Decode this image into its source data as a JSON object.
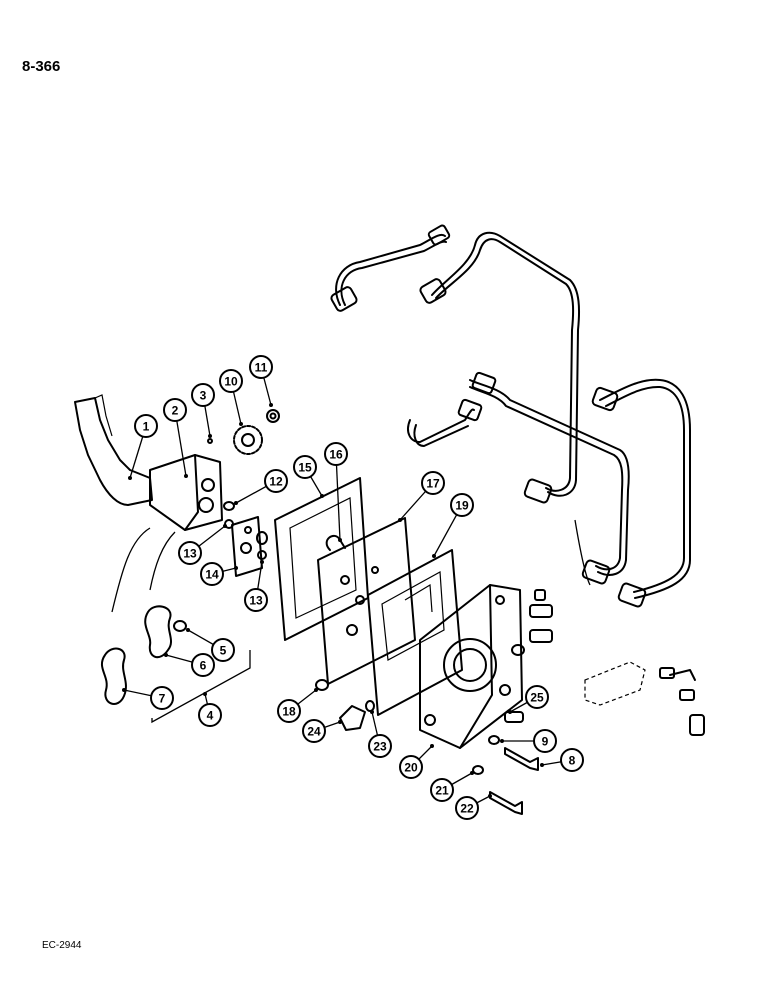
{
  "page": {
    "section_number": "8-366",
    "figure_code": "EC-2944"
  },
  "callouts": [
    {
      "id": "c1",
      "label": "1"
    },
    {
      "id": "c2",
      "label": "2"
    },
    {
      "id": "c3",
      "label": "3"
    },
    {
      "id": "c4",
      "label": "4"
    },
    {
      "id": "c5",
      "label": "5"
    },
    {
      "id": "c6",
      "label": "6"
    },
    {
      "id": "c7",
      "label": "7"
    },
    {
      "id": "c8",
      "label": "8"
    },
    {
      "id": "c9",
      "label": "9"
    },
    {
      "id": "c10",
      "label": "10"
    },
    {
      "id": "c11",
      "label": "11"
    },
    {
      "id": "c12",
      "label": "12"
    },
    {
      "id": "c13a",
      "label": "13"
    },
    {
      "id": "c13b",
      "label": "13"
    },
    {
      "id": "c14",
      "label": "14"
    },
    {
      "id": "c15",
      "label": "15"
    },
    {
      "id": "c16",
      "label": "16"
    },
    {
      "id": "c17",
      "label": "17"
    },
    {
      "id": "c18",
      "label": "18"
    },
    {
      "id": "c19",
      "label": "19"
    },
    {
      "id": "c20",
      "label": "20"
    },
    {
      "id": "c21",
      "label": "21"
    },
    {
      "id": "c22",
      "label": "22"
    },
    {
      "id": "c23",
      "label": "23"
    },
    {
      "id": "c24",
      "label": "24"
    },
    {
      "id": "c25",
      "label": "25"
    }
  ]
}
